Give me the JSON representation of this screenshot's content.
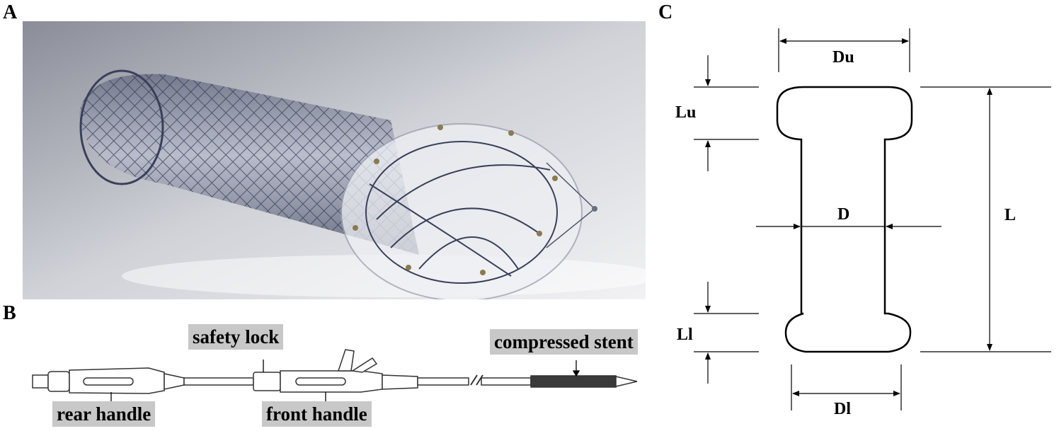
{
  "panels": {
    "a": {
      "letter": "A"
    },
    "b": {
      "letter": "B",
      "labels": {
        "safety_lock": "safety lock",
        "compressed_stent": "compressed stent",
        "rear_handle": "rear handle",
        "front_handle": "front handle"
      }
    },
    "c": {
      "letter": "C",
      "dimensions": {
        "du": "Du",
        "lu": "Lu",
        "d": "D",
        "l": "L",
        "ll": "Ll",
        "dl": "Dl"
      }
    }
  }
}
